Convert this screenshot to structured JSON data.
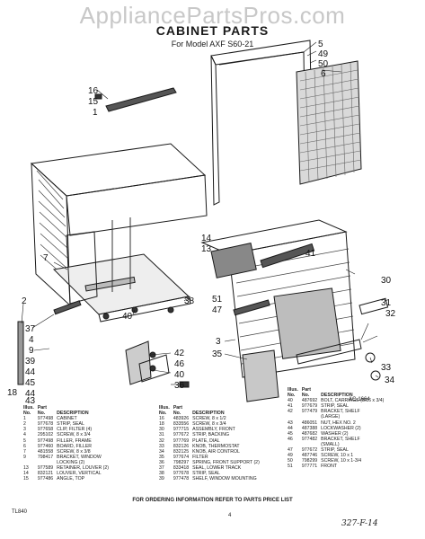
{
  "watermark": "AppliancePartsPros.com",
  "title": "CABINET PARTS",
  "model_line": "For Model AXF S60-21",
  "drawing_ref": "AC-1664",
  "callouts": [
    {
      "id": "c5",
      "text": "5"
    },
    {
      "id": "c49",
      "text": "49"
    },
    {
      "id": "c50",
      "text": "50"
    },
    {
      "id": "c6",
      "text": "6"
    },
    {
      "id": "c16",
      "text": "16"
    },
    {
      "id": "c15",
      "text": "15"
    },
    {
      "id": "c1",
      "text": "1"
    },
    {
      "id": "c7",
      "text": "7"
    },
    {
      "id": "c14",
      "text": "14"
    },
    {
      "id": "c13",
      "text": "13"
    },
    {
      "id": "c41",
      "text": "41"
    },
    {
      "id": "c2",
      "text": "2"
    },
    {
      "id": "c38",
      "text": "38"
    },
    {
      "id": "c30",
      "text": "30"
    },
    {
      "id": "c40a",
      "text": "40"
    },
    {
      "id": "c51",
      "text": "51"
    },
    {
      "id": "c47",
      "text": "47"
    },
    {
      "id": "c31",
      "text": "31"
    },
    {
      "id": "c32",
      "text": "32"
    },
    {
      "id": "c37",
      "text": "37"
    },
    {
      "id": "c4",
      "text": "4"
    },
    {
      "id": "c9",
      "text": "9"
    },
    {
      "id": "c39",
      "text": "39"
    },
    {
      "id": "c3",
      "text": "3"
    },
    {
      "id": "c35",
      "text": "35"
    },
    {
      "id": "c44a",
      "text": "44"
    },
    {
      "id": "c45",
      "text": "45"
    },
    {
      "id": "c44b",
      "text": "44"
    },
    {
      "id": "c42",
      "text": "42"
    },
    {
      "id": "c46",
      "text": "46"
    },
    {
      "id": "c40b",
      "text": "40"
    },
    {
      "id": "c36",
      "text": "36"
    },
    {
      "id": "c43",
      "text": "43"
    },
    {
      "id": "c18",
      "text": "18"
    },
    {
      "id": "c33",
      "text": "33"
    },
    {
      "id": "c34",
      "text": "34"
    }
  ],
  "table_headers": {
    "illus": "Illus.",
    "no": "No.",
    "part": "Part",
    "part_no": "No.",
    "description": "DESCRIPTION"
  },
  "parts_col1": [
    {
      "illus": "1",
      "part": "977498",
      "desc": "CABINET"
    },
    {
      "illus": "2",
      "part": "977678",
      "desc": "STRIP, SEAL"
    },
    {
      "illus": "3",
      "part": "977658",
      "desc": "CLIP, FILTER (4)"
    },
    {
      "illus": "4",
      "part": "295102",
      "desc": "SCREW, 8 x 3/4"
    },
    {
      "illus": "5",
      "part": "977498",
      "desc": "FILLER, FRAME"
    },
    {
      "illus": "6",
      "part": "977460",
      "desc": "BOARD, FILLER"
    },
    {
      "illus": "7",
      "part": "481558",
      "desc": "SCREW, 8 x 3/8"
    },
    {
      "illus": "9",
      "part": "798417",
      "desc": "BRACKET, WINDOW"
    },
    {
      "illus": "",
      "part": "",
      "desc": "LOCKING (2)"
    },
    {
      "illus": "13",
      "part": "977589",
      "desc": "RETAINER, LOUVER (2)"
    },
    {
      "illus": "14",
      "part": "832121",
      "desc": "LOUVER, VERTICAL"
    },
    {
      "illus": "15",
      "part": "977486",
      "desc": "ANGLE, TOP"
    }
  ],
  "parts_col2": [
    {
      "illus": "16",
      "part": "483926",
      "desc": "SCREW, 8 x 1/2"
    },
    {
      "illus": "18",
      "part": "833556",
      "desc": "SCREW, 8 x 3/4"
    },
    {
      "illus": "30",
      "part": "977715",
      "desc": "ASSEMBLY, FRONT"
    },
    {
      "illus": "31",
      "part": "977672",
      "desc": "STRIP, BACKING"
    },
    {
      "illus": "32",
      "part": "977769",
      "desc": "PLATE, DIAL"
    },
    {
      "illus": "33",
      "part": "832126",
      "desc": "KNOB, THERMOSTAT"
    },
    {
      "illus": "34",
      "part": "832125",
      "desc": "KNOB, AIR CONTROL"
    },
    {
      "illus": "35",
      "part": "977674",
      "desc": "FILTER"
    },
    {
      "illus": "36",
      "part": "798297",
      "desc": "SPRING, FRONT SUPPORT (2)"
    },
    {
      "illus": "37",
      "part": "833418",
      "desc": "SEAL, LOWER TRACK"
    },
    {
      "illus": "38",
      "part": "977678",
      "desc": "STRIP, SEAL"
    },
    {
      "illus": "39",
      "part": "977478",
      "desc": "SHELF, WINDOW MOUNTING"
    }
  ],
  "parts_col3": [
    {
      "illus": "40",
      "part": "487692",
      "desc": "BOLT, CARRIAGE (5/16 x 3/4)"
    },
    {
      "illus": "41",
      "part": "977679",
      "desc": "STRIP, SEAL"
    },
    {
      "illus": "42",
      "part": "977479",
      "desc": "BRACKET, SHELF"
    },
    {
      "illus": "",
      "part": "",
      "desc": "(LARGE)"
    },
    {
      "illus": "43",
      "part": "486051",
      "desc": "NUT, HEX NO. 2"
    },
    {
      "illus": "44",
      "part": "487388",
      "desc": "LOCKWASHER (2)"
    },
    {
      "illus": "45",
      "part": "487682",
      "desc": "WASHER (2)"
    },
    {
      "illus": "46",
      "part": "977482",
      "desc": "BRACKET, SHELF"
    },
    {
      "illus": "",
      "part": "",
      "desc": "(SMALL)"
    },
    {
      "illus": "47",
      "part": "977672",
      "desc": "STRIP, SEAL"
    },
    {
      "illus": "49",
      "part": "487746",
      "desc": "SCREW, 10 x 1"
    },
    {
      "illus": "50",
      "part": "798299",
      "desc": "SCREW, 10 x 1-3/4"
    },
    {
      "illus": "51",
      "part": "977771",
      "desc": "FRONT"
    }
  ],
  "footer_note": "FOR ORDERING INFORMATION REFER TO PARTS PRICE LIST",
  "corner_code": "TL840",
  "page_number": "4",
  "handwritten_note": "327-F-14"
}
